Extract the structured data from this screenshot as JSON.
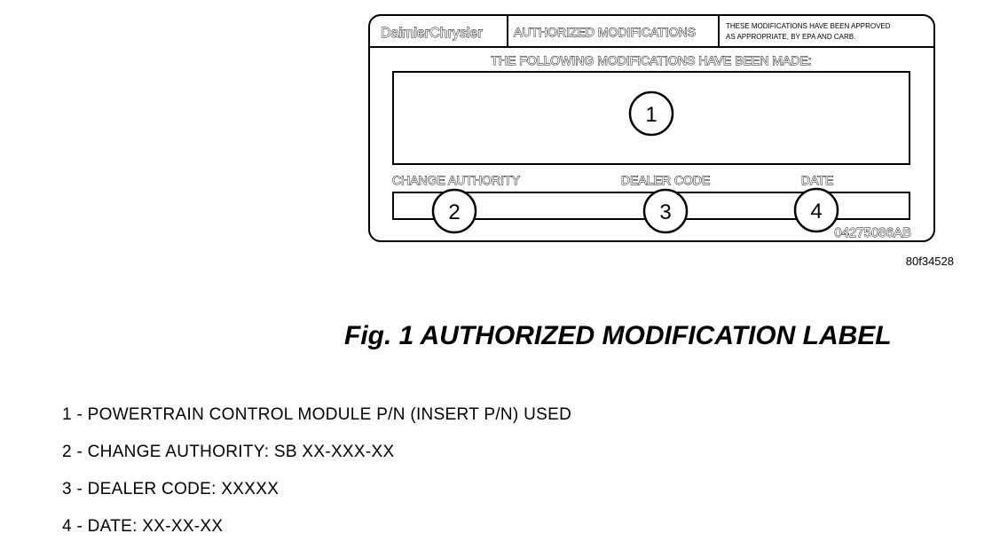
{
  "label": {
    "brand": "DaimlerChrysler",
    "title": "AUTHORIZED MODIFICATIONS",
    "approval_note_line1": "THESE MODIFICATIONS HAVE BEEN APPROVED",
    "approval_note_line2": "AS APPROPRIATE, BY EPA AND CARB.",
    "instruction": "THE FOLLOWING MODIFICATIONS HAVE BEEN MADE:",
    "field_change_authority": "CHANGE AUTHORITY",
    "field_dealer_code": "DEALER CODE",
    "field_date": "DATE",
    "part_code": "04275086AB"
  },
  "callouts": [
    "1",
    "2",
    "3",
    "4"
  ],
  "figure_id": "80f34528",
  "caption": "Fig. 1 AUTHORIZED MODIFICATION LABEL",
  "legend": [
    "1 - POWERTRAIN CONTROL MODULE P/N (INSERT P/N) USED",
    "2 - CHANGE AUTHORITY: SB XX-XXX-XX",
    "3 - DEALER CODE: XXXXX",
    "4 - DATE: XX-XX-XX"
  ]
}
